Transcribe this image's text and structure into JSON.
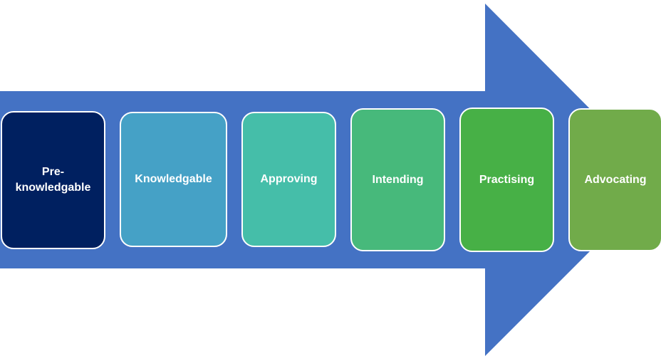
{
  "diagram": {
    "arrow_color": "#4472C4",
    "stages": [
      {
        "label": "Pre-\nknowledgable",
        "color": "#002060"
      },
      {
        "label": "Knowledgable",
        "color": "#45A1C6"
      },
      {
        "label": "Approving",
        "color": "#45BEA9"
      },
      {
        "label": "Intending",
        "color": "#47B97B"
      },
      {
        "label": "Practising",
        "color": "#47B046"
      },
      {
        "label": "Advocating",
        "color": "#71AB4A"
      }
    ]
  }
}
